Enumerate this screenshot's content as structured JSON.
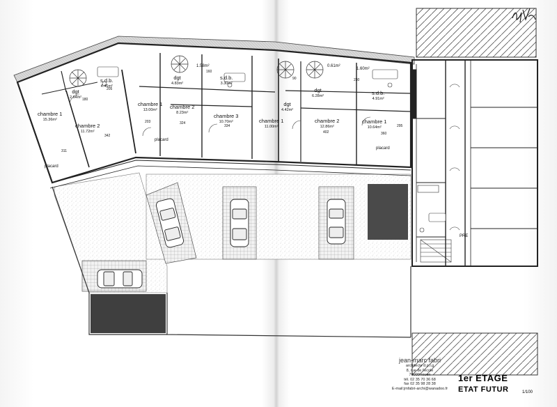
{
  "drawing": {
    "title": "1er ETAGE",
    "subtitle": "ETAT FUTUR",
    "scale": "1/100"
  },
  "architect": {
    "name": "jean-marc fabri",
    "line1": "architecte d.p.l.g",
    "line2": "8, rue de l'école",
    "line3": "76000 rouen",
    "tel": "tél. 02 35 70 36 68",
    "fax": "fax 02 35 98 28 38",
    "email": "E-mail:jmfabri-archi@wanadoo.fr"
  },
  "rooms": [
    {
      "name": "chambre 1",
      "area": "15.36m²"
    },
    {
      "name": "chambre 2",
      "area": "11.72m²"
    },
    {
      "name": "dgt",
      "area": "2.64m²"
    },
    {
      "name": "s.d.b.",
      "area": "4.46m²"
    },
    {
      "name": "chambre 1",
      "area": "13.00m²"
    },
    {
      "name": "chambre 2",
      "area": "8.23m²"
    },
    {
      "name": "dgt",
      "area": "4.83m²"
    },
    {
      "name": "s.d.b.",
      "area": "3.30m²"
    },
    {
      "name": "chambre 3",
      "area": "10.70m²"
    },
    {
      "name": "chambre 1",
      "area": "11.00m²"
    },
    {
      "name": "dgt",
      "area": "4.42m²"
    },
    {
      "name": "chambre 2",
      "area": "12.86m²"
    },
    {
      "name": "dgt",
      "area": "6.28m²"
    },
    {
      "name": "s.d.b.",
      "area": "4.91m²"
    },
    {
      "name": "chambre 1",
      "area": "10.64m²"
    }
  ],
  "dimensions": [
    "311",
    "342",
    "203",
    "324",
    "334",
    "402",
    "360",
    "180",
    "205",
    "160",
    "90",
    "230",
    "295"
  ],
  "small_labels": [
    "1.58m²",
    "1.60m²",
    "0.61m²",
    "placard",
    "placard",
    "placard"
  ],
  "marks": {
    "pre": "PRE"
  }
}
